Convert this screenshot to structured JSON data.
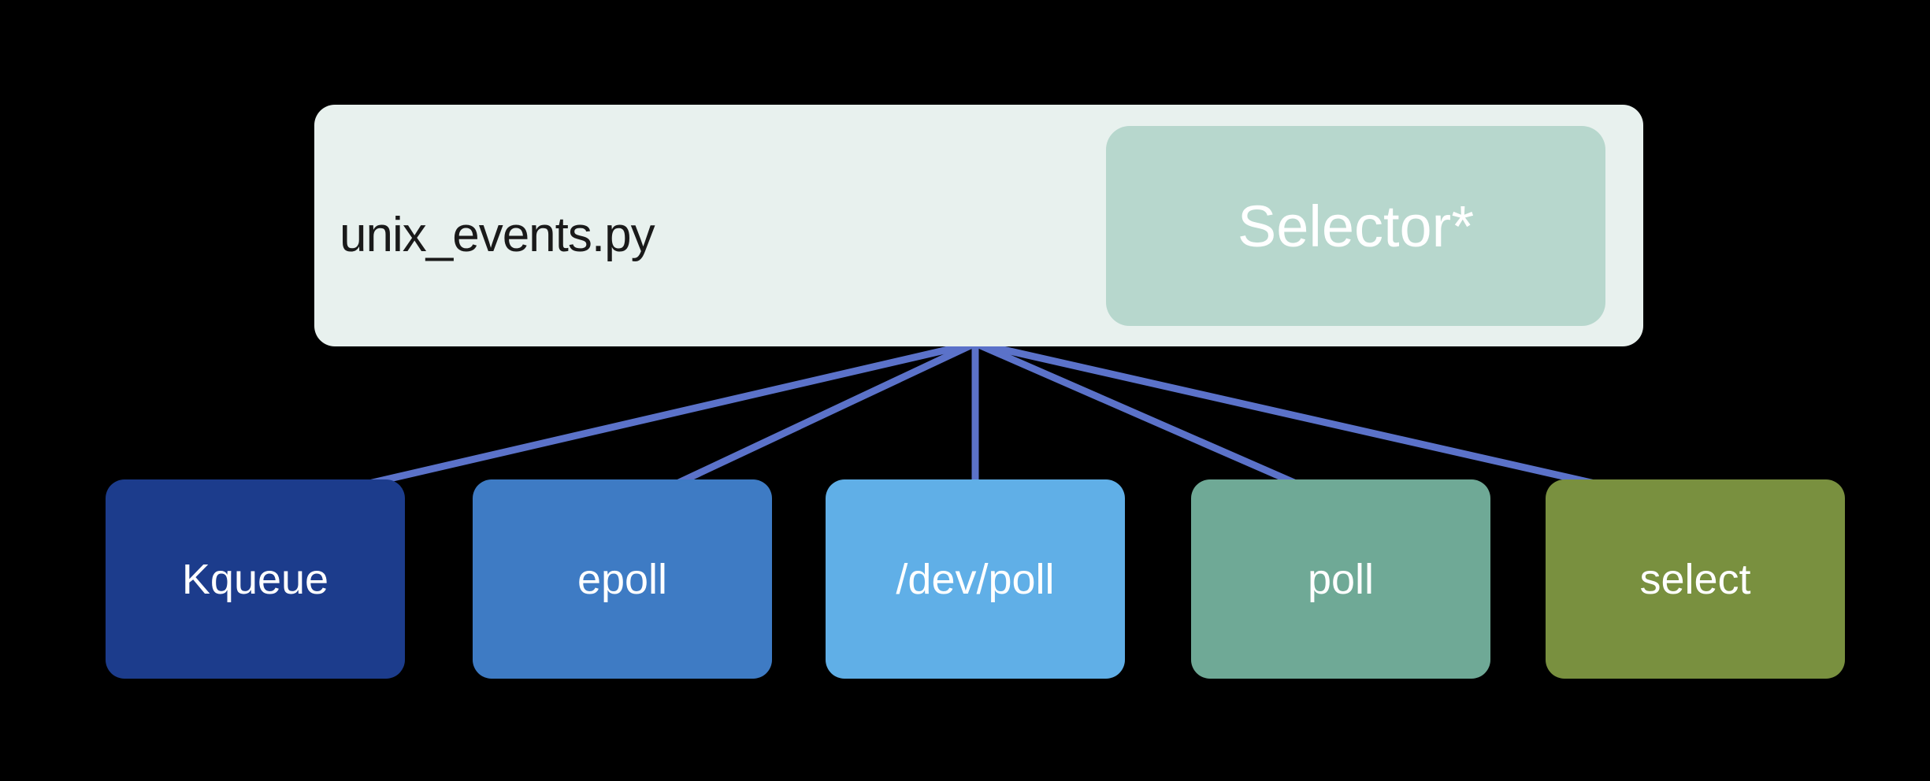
{
  "colors": {
    "background": "#000000",
    "parent_box": "#e8f1ee",
    "selector_box": "#b7d7cd",
    "connector": "#5b72c9",
    "parent_text": "#1a1a1a",
    "child_text": "#ffffff",
    "selector_text": "#ffffff"
  },
  "parent": {
    "file_label": "unix_events.py",
    "selector_label": "Selector*"
  },
  "children": [
    {
      "label": "Kqueue",
      "color": "#1c3c8c"
    },
    {
      "label": "epoll",
      "color": "#3e7bc4"
    },
    {
      "label": "/dev/poll",
      "color": "#60afe7"
    },
    {
      "label": "poll",
      "color": "#6fa996"
    },
    {
      "label": "select",
      "color": "#79903f"
    }
  ]
}
